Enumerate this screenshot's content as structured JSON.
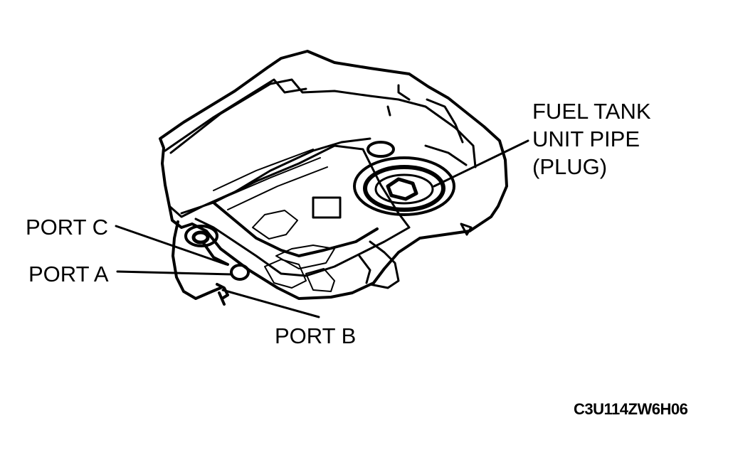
{
  "diagram": {
    "labels": {
      "fuel_tank_line1": "FUEL TANK",
      "fuel_tank_line2": "UNIT PIPE",
      "fuel_tank_line3": "(PLUG)",
      "port_c": "PORT C",
      "port_a": "PORT A",
      "port_b": "PORT B"
    },
    "figure_code": "C3U114ZW6H06",
    "colors": {
      "ink": "#000000",
      "background": "#ffffff"
    }
  }
}
